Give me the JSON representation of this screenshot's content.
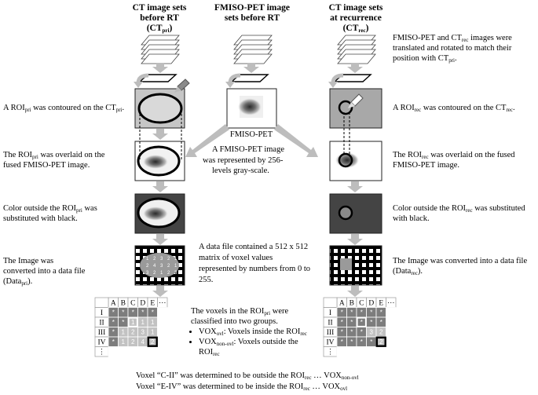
{
  "headers": {
    "ct_pri": [
      "CT image sets",
      "before RT",
      "(CT",
      "pri",
      ")"
    ],
    "fmiso": [
      "FMISO-PET image",
      "sets before RT"
    ],
    "ct_rec": [
      "CT image sets",
      "at recurrence",
      "(CT",
      "rec",
      ")"
    ]
  },
  "captions": {
    "translate": [
      "FMISO-PET and CT",
      "rec",
      " images were",
      "translated and rotated to match their",
      "position with CT",
      "pri",
      "."
    ],
    "roi_pri_contour": [
      "A ROI",
      "pri",
      " was contoured on the CT",
      "pri",
      "."
    ],
    "roi_rec_contour": [
      "A ROI",
      "rec",
      " was contoured on the CT",
      "rec",
      "."
    ],
    "fmiso_label": "FMISO-PET",
    "fmiso_desc": [
      "A FMISO-PET image",
      "was represented by 256-",
      "levels gray-scale."
    ],
    "overlay_pri": [
      "The ROI",
      "pri",
      " was overlaid on the",
      "fused FMISO-PET image."
    ],
    "overlay_rec": [
      "The ROI",
      "rec",
      " was overlaid on the fused",
      "FMISO-PET image."
    ],
    "color_pri": [
      "Color outside the ROI",
      "pri",
      " was",
      "substituted with black."
    ],
    "color_rec": [
      "Color outside the ROI",
      "rec",
      " was substituted",
      "with black."
    ],
    "datafile_desc": [
      "A data file contained a 512 x 512",
      "matrix of voxel values",
      "represented by numbers from 0 to",
      "255."
    ],
    "convert_pri": [
      "The Image was",
      "converted into a data file",
      "(Data",
      "pri",
      ")."
    ],
    "convert_rec": [
      "The Image was converted into a data file",
      "(Data",
      "rec",
      ")."
    ],
    "classify": [
      "The voxels in the ROI",
      "pri",
      " were",
      "classified into two groups."
    ],
    "vox_ovl": [
      "VOX",
      "ovl",
      ": Voxels inside the ROI",
      "rec"
    ],
    "vox_nonovl": [
      "VOX",
      "non-ovl",
      ": Voxels outside the",
      "ROI",
      "rec"
    ],
    "bottom_1": [
      "Voxel “C-II” was determined to be outside the ROI",
      "rec",
      " … VOX",
      "non-ovl"
    ],
    "bottom_2": [
      "Voxel “E-IV” was determined to be inside the ROI",
      "rec",
      " … VOX",
      "ovl"
    ]
  },
  "tables": {
    "columns": [
      "A",
      "B",
      "C",
      "D",
      "E",
      "⋯"
    ],
    "rows": [
      "I",
      "II",
      "III",
      "IV",
      "⋮"
    ],
    "left_cells": [
      [
        "*",
        "*",
        "*",
        "*",
        "*"
      ],
      [
        "*",
        "*",
        "1",
        "1",
        "1"
      ],
      [
        "*",
        "1",
        "2",
        "3",
        "1"
      ],
      [
        "*",
        "1",
        "2",
        "4",
        "2"
      ]
    ],
    "right_cells": [
      [
        "*",
        "*",
        "*",
        "*",
        "*"
      ],
      [
        "*",
        "*",
        "*",
        "*",
        "*"
      ],
      [
        "*",
        "*",
        "*",
        "3",
        "2"
      ],
      [
        "*",
        "*",
        "*",
        "*",
        "2"
      ]
    ]
  },
  "colors": {
    "arrow": "#bdbdbd",
    "ct_panel": "#c6c6c6",
    "black_panel": "#444444",
    "roi_bg": "#a8a8a8",
    "table_dark": "#7d7d7d",
    "table_light": "#c2c2c2"
  }
}
